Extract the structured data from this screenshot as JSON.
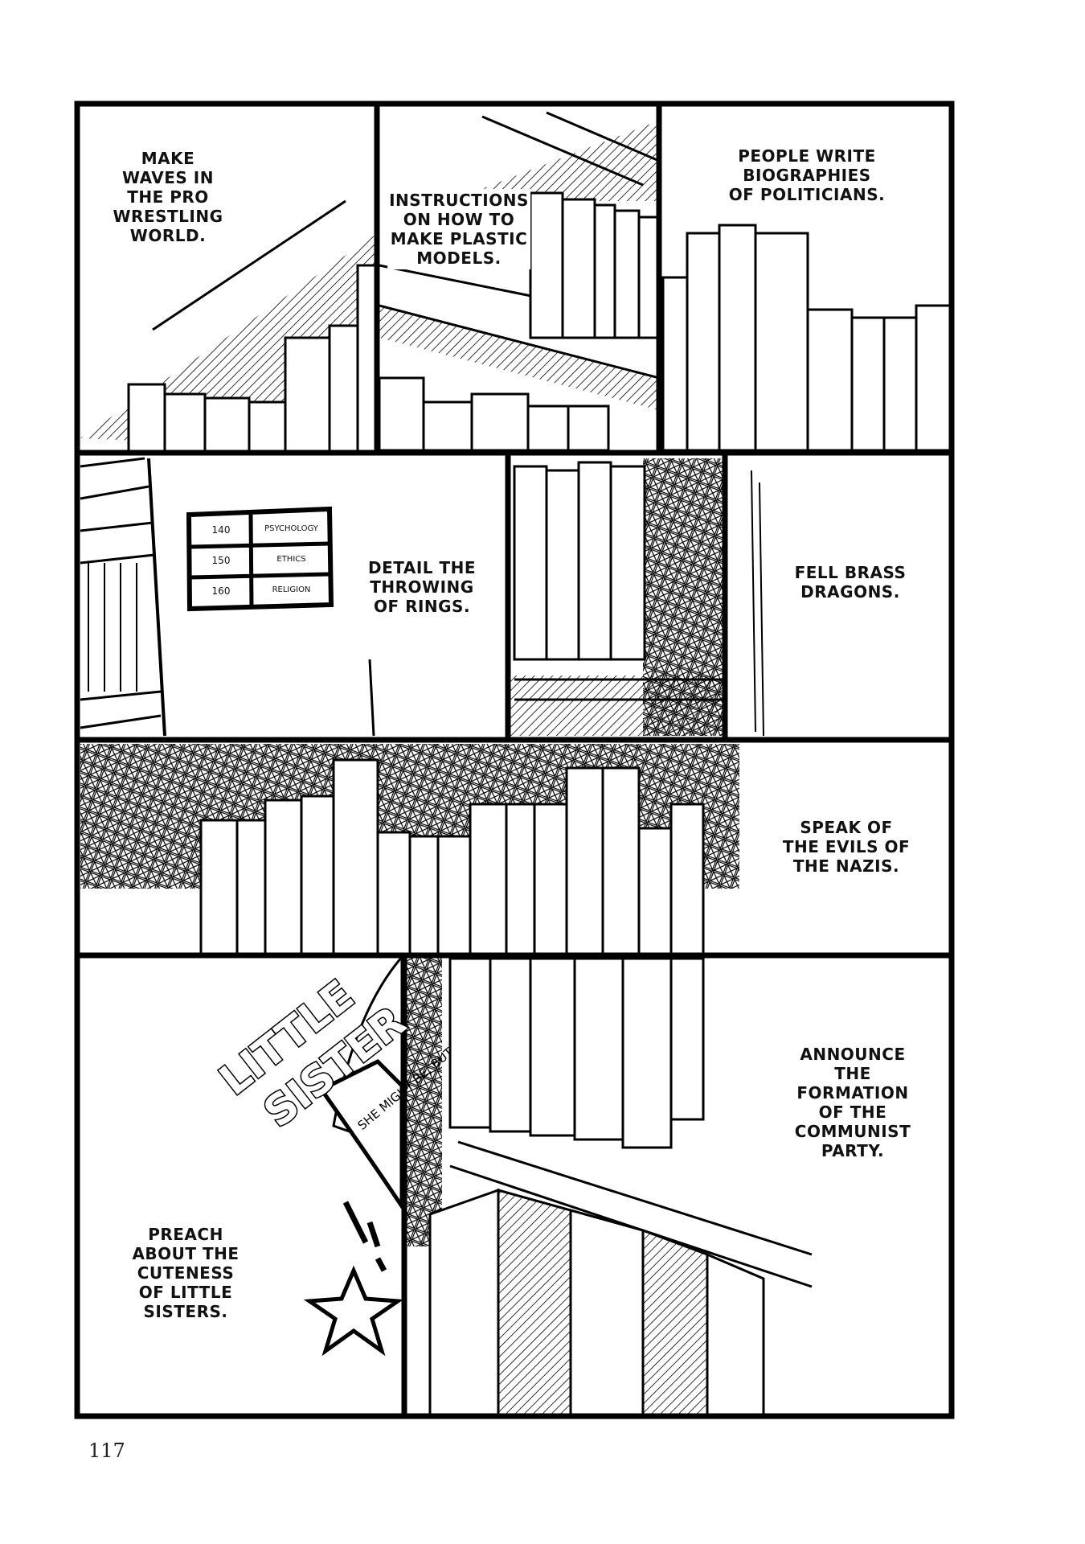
{
  "page_number": "117",
  "panels": {
    "p1": {
      "caption": "MAKE\nWAVES IN\nTHE PRO\nWRESTLING\nWORLD."
    },
    "p2": {
      "caption": "INSTRUCTIONS\nON HOW TO\nMAKE PLASTIC\nMODELS."
    },
    "p3": {
      "caption": "PEOPLE WRITE\nBIOGRAPHIES\nOF POLITICIANS."
    },
    "p4": {
      "sign": [
        {
          "number": "140",
          "subject": "PSYCHOLOGY"
        },
        {
          "number": "150",
          "subject": "ETHICS"
        },
        {
          "number": "160",
          "subject": "RELIGION"
        }
      ],
      "caption": "DETAIL THE\nTHROWING\nOF RINGS."
    },
    "p6": {
      "caption": "FELL BRASS\nDRAGONS."
    },
    "p7": {
      "caption": "SPEAK OF\nTHE EVILS OF\nTHE NAZIS."
    },
    "p8": {
      "sfx_line1": "LITTLE",
      "sfx_line2": "SISTER",
      "whisper": "SHE\nMIGHT\nBE,\nBUT",
      "caption": "PREACH\nABOUT THE\nCUTENESS\nOF LITTLE\nSISTERS."
    },
    "p9": {
      "caption": "ANNOUNCE\nTHE\nFORMATION\nOF THE\nCOMMUNIST\nPARTY."
    }
  }
}
